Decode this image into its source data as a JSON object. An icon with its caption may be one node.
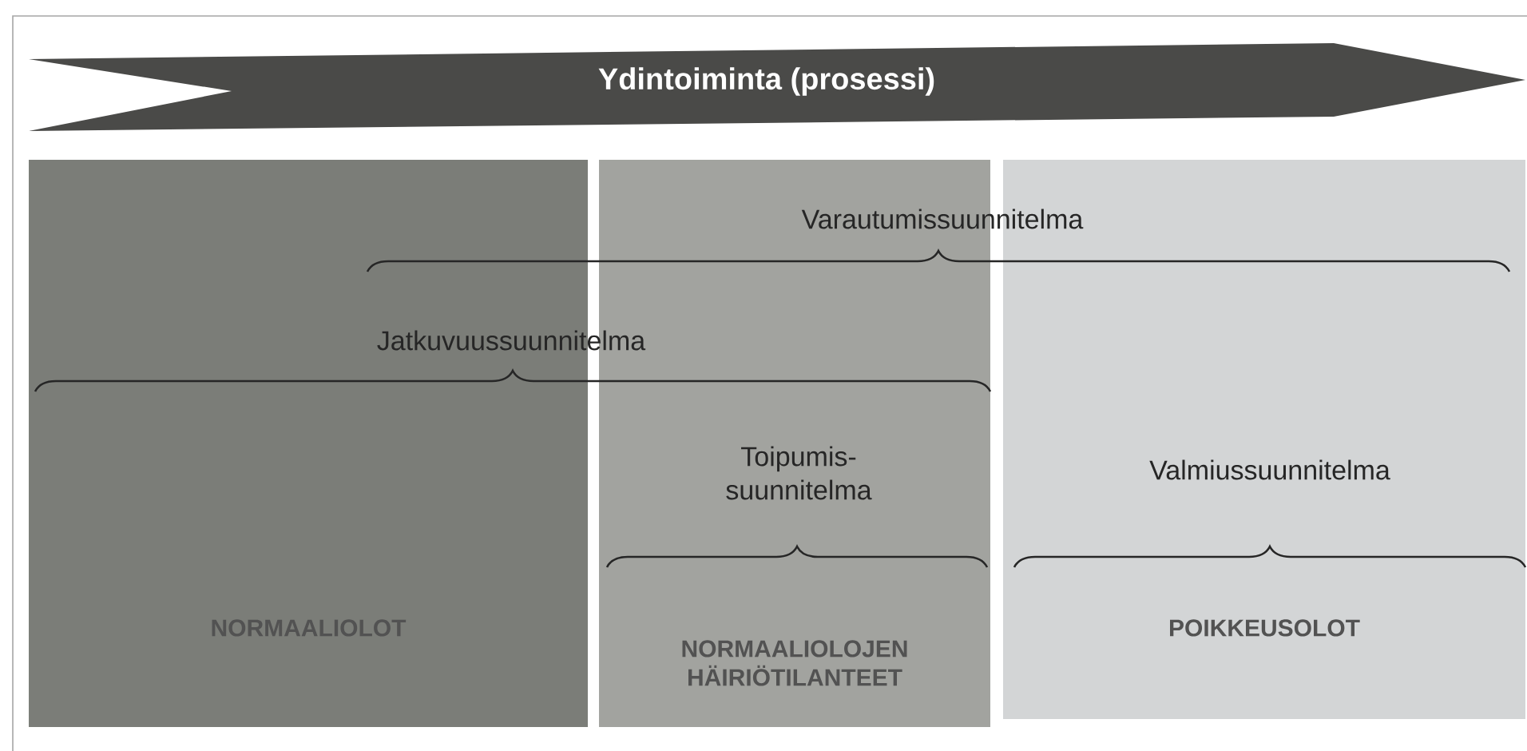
{
  "diagram": {
    "nodes": [
      {
        "text": [
          "Ydintoiminta (prosessi)"
        ]
      },
      {
        "text": [
          "NORMAALIOLOT"
        ]
      },
      {
        "text": [
          "NORMAALIOLOJEN HÄIRIÖTILANTEET"
        ]
      },
      {
        "text": [
          "POIKKEUSOLOT"
        ]
      }
    ],
    "edges": [],
    "labels": [
      "Varautumissuunnitelma",
      "Jatkuvuussuunnitelma",
      "Toipumis- suunnitelma",
      "Valmiussuunnitelma"
    ]
  }
}
